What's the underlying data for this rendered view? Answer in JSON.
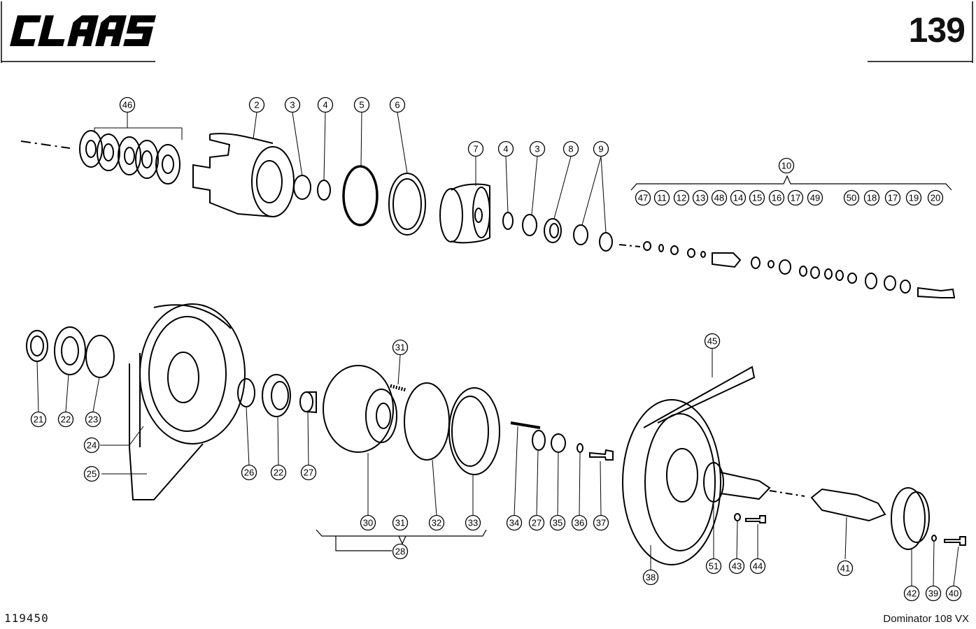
{
  "header": {
    "brand": "CLAAS",
    "page_number": "139"
  },
  "footer": {
    "drawing_code": "119450",
    "model": "Dominator 108 VX"
  },
  "callouts": [
    "46",
    "2",
    "3",
    "4",
    "5",
    "6",
    "7",
    "4",
    "3",
    "8",
    "9",
    "10",
    "47",
    "11",
    "12",
    "13",
    "48",
    "14",
    "15",
    "16",
    "17",
    "49",
    "50",
    "18",
    "17",
    "19",
    "20",
    "21",
    "22",
    "23",
    "24",
    "25",
    "26",
    "22",
    "27",
    "31",
    "30",
    "31",
    "32",
    "33",
    "28",
    "34",
    "27",
    "35",
    "36",
    "37",
    "45",
    "38",
    "51",
    "43",
    "44",
    "41",
    "42",
    "39",
    "40"
  ]
}
